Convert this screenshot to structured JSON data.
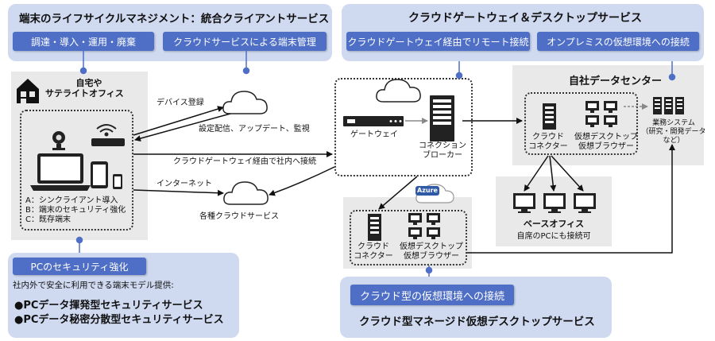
{
  "lifecycle_panel": {
    "title": "端末のライフサイクルマネジメント：統合クライアントサービス",
    "chips": [
      "調達・導入・運用・廃棄",
      "クラウドサービスによる端末管理"
    ]
  },
  "cloud_gateway_panel": {
    "title": "クラウドゲートウェイ＆デスクトップサービス",
    "chips": [
      "クラウドゲートウェイ経由でリモート接続",
      "オンプレミスの仮想環境への接続"
    ]
  },
  "home_office": {
    "label_line1": "自宅や",
    "label_line2": "サテライトオフィス",
    "items": [
      "A：シンクライアント導入",
      "B：端末のセキュリティ強化",
      "C：既存端末"
    ]
  },
  "arrows": {
    "device_registration": "デバイス登録",
    "config_distribution": "設定配信、アップデート、監視",
    "via_gateway": "クラウドゲートウェイ経由で社内へ接続",
    "internet": "インターネット",
    "cloud_services": "各種クラウドサービス"
  },
  "gateway": {
    "label": "ゲートウェイ"
  },
  "broker": {
    "line1": "コネクション",
    "line2": "ブローカー"
  },
  "datacenter": {
    "title": "自社データセンター",
    "connector_line1": "クラウド",
    "connector_line2": "コネクター",
    "desktop_line1": "仮想デスクトップ",
    "desktop_line2": "仮想ブラウザー",
    "business_line1": "業務システム",
    "business_line2": "（研究・開発データ",
    "business_line3": "など）"
  },
  "base_office": {
    "title": "ベースオフィス",
    "note": "自席のPCにも接続可"
  },
  "azure": {
    "badge": "Azure",
    "connector_line1": "クラウド",
    "connector_line2": "コネクター",
    "desktop_line1": "仮想デスクトップ",
    "desktop_line2": "仮想ブラウザー"
  },
  "security_panel": {
    "chip": "PCのセキュリティ強化",
    "subtitle": "社内外で安全に利用できる端末モデル提供:",
    "items": [
      "●PCデータ揮発型セキュリティサービス",
      "●PCデータ秘密分散型セキュリティサービス"
    ]
  },
  "managed_panel": {
    "chip": "クラウド型の仮想環境への接続",
    "title": "クラウド型マネージド仮想デスクトップサービス"
  }
}
